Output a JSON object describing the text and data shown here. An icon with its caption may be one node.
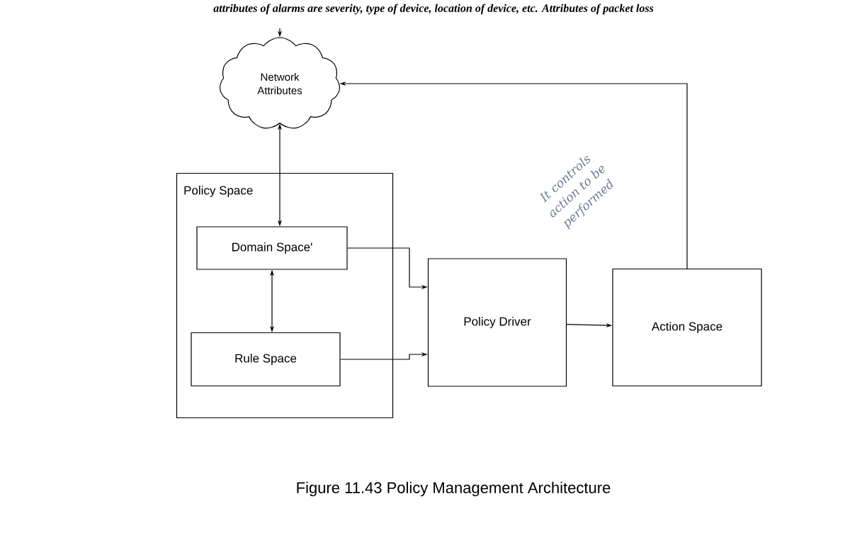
{
  "diagram": {
    "caption": "Figure 11.43 Policy Management Architecture",
    "nodes": [
      {
        "text": [
          "Network Attributes"
        ]
      },
      {
        "text": [
          "Policy Space"
        ]
      },
      {
        "text": [
          "Domain Space'"
        ],
        "in": 1
      },
      {
        "text": [
          "Rule Space"
        ],
        "in": 1
      },
      {
        "text": [
          "Policy Driver"
        ]
      },
      {
        "text": [
          "Action Space"
        ]
      }
    ],
    "edges": [
      {
        "from": null,
        "to": 0,
        "arrow": "to"
      },
      {
        "from": 0,
        "to": 2,
        "arrow": "both"
      },
      {
        "from": 2,
        "to": 3,
        "arrow": "both"
      },
      {
        "from": 2,
        "to": 4,
        "arrow": "to"
      },
      {
        "from": 3,
        "to": 4,
        "arrow": "to"
      },
      {
        "from": 4,
        "to": 5,
        "arrow": "to"
      },
      {
        "from": 5,
        "to": 0,
        "arrow": "to"
      }
    ],
    "labels": [
      "attributes of alarms are severity, type of device, location of device, etc. Attributes of packet loss",
      "It controls action to be performed"
    ]
  }
}
